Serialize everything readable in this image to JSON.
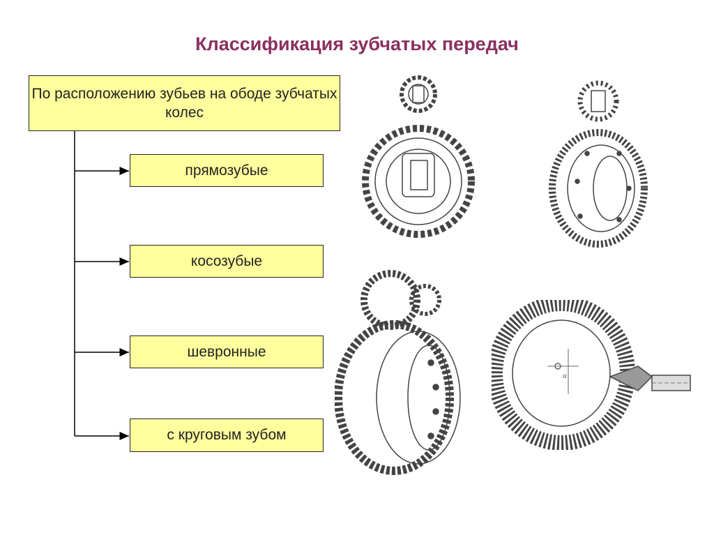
{
  "title": "Классификация зубчатых передач",
  "root_label": "По расположению зубьев на ободе зубчатых колес",
  "categories": [
    {
      "label": "прямозубые"
    },
    {
      "label": "косозубые"
    },
    {
      "label": "шевронные"
    },
    {
      "label": "с круговым зубом"
    }
  ],
  "colors": {
    "title": "#8b2f5f",
    "box_fill": "#ffff9e",
    "line": "#000000"
  },
  "illustrations": [
    {
      "icon": "spur-gear-pair-icon"
    },
    {
      "icon": "helical-gear-pair-icon"
    },
    {
      "icon": "herringbone-gear-pair-icon"
    },
    {
      "icon": "spiral-bevel-gear-pair-icon"
    }
  ],
  "annotation": "α"
}
